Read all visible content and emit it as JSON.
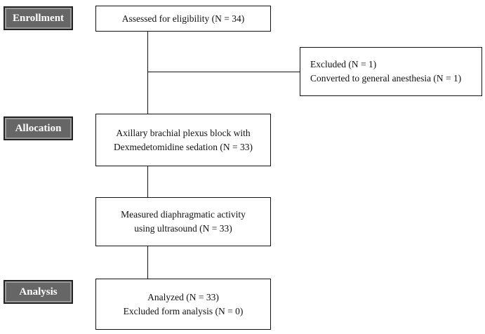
{
  "stages": {
    "enrollment": "Enrollment",
    "allocation": "Allocation",
    "analysis": "Analysis"
  },
  "boxes": {
    "eligibility": [
      "Assessed for eligibility (N = 34)"
    ],
    "excluded": [
      "Excluded (N = 1)",
      "Converted to general anesthesia (N = 1)"
    ],
    "allocation": [
      "Axillary brachial plexus block with",
      "Dexmedetomidine sedation (N = 33)"
    ],
    "measured": [
      "Measured diaphragmatic activity",
      "using ultrasound (N = 33)"
    ],
    "analysis": [
      "Analyzed (N = 33)",
      "Excluded form analysis (N = 0)"
    ]
  }
}
